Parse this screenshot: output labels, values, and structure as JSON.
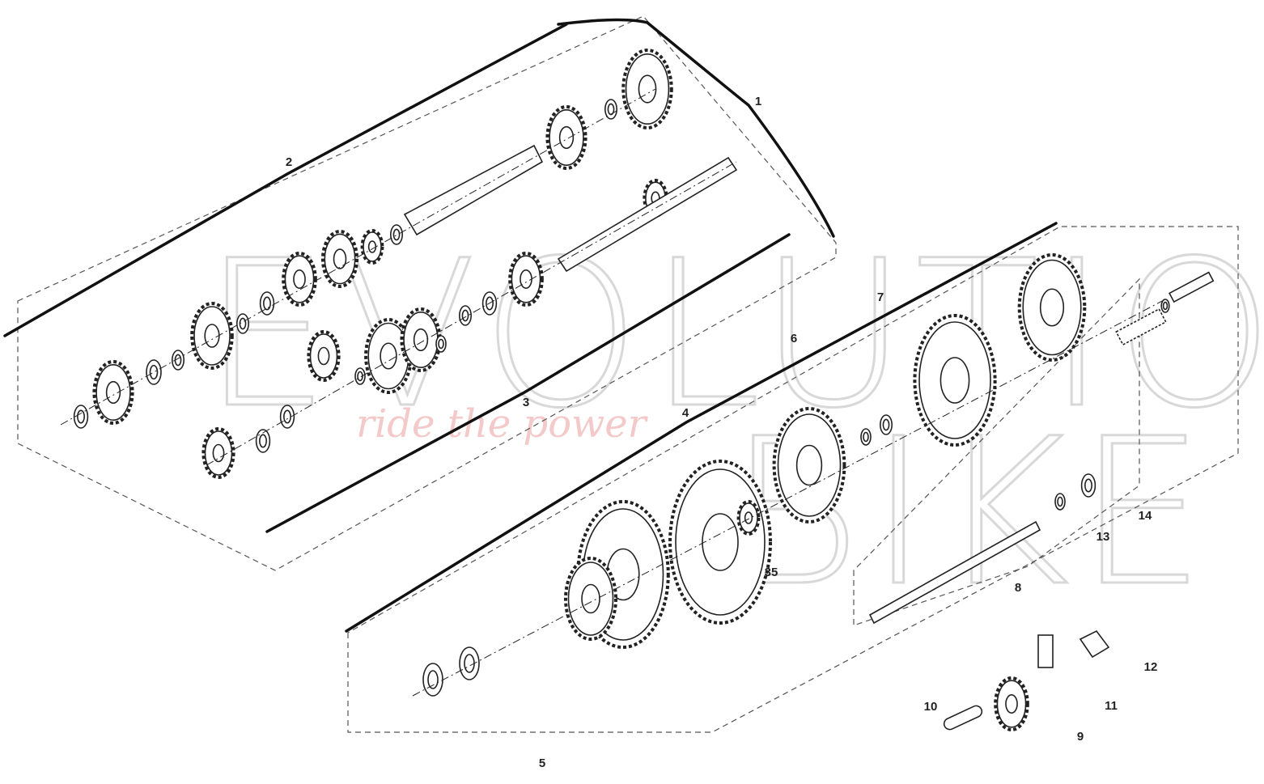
{
  "diagram": {
    "title": "Clutch and gearbox exploded view",
    "callouts": [
      "1",
      "2",
      "3",
      "4",
      "5",
      "6",
      "7",
      "8",
      "9",
      "10",
      "11",
      "12",
      "13",
      "14",
      "35"
    ],
    "watermark": {
      "line1": "EVOLUTION",
      "line2": "BIKE",
      "tagline": "ride the power"
    },
    "colors": {
      "line": "#222222",
      "watermark": "#d8d8d8",
      "tagline": "#f3c9c9"
    }
  }
}
